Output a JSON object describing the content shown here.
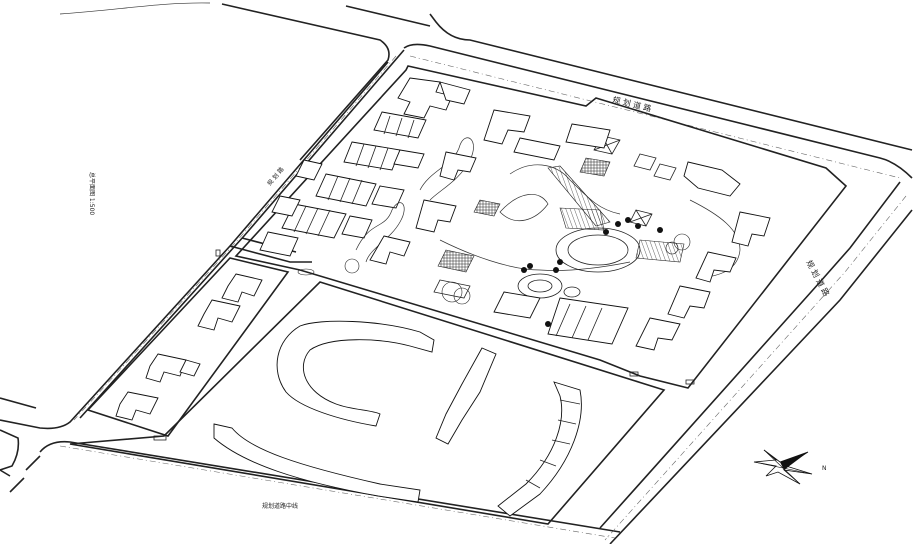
{
  "labels": {
    "north_road": "规 划 道 路",
    "east_road": "规 划 道 路",
    "west_road": "规 划 路",
    "south_road": "规划道路中线",
    "legend_vertical": "总平面图 1:500",
    "north_arrow": "N"
  },
  "colors": {
    "line": "#111111",
    "background": "#ffffff"
  },
  "icons": {
    "compass": "compass-rose-icon"
  }
}
